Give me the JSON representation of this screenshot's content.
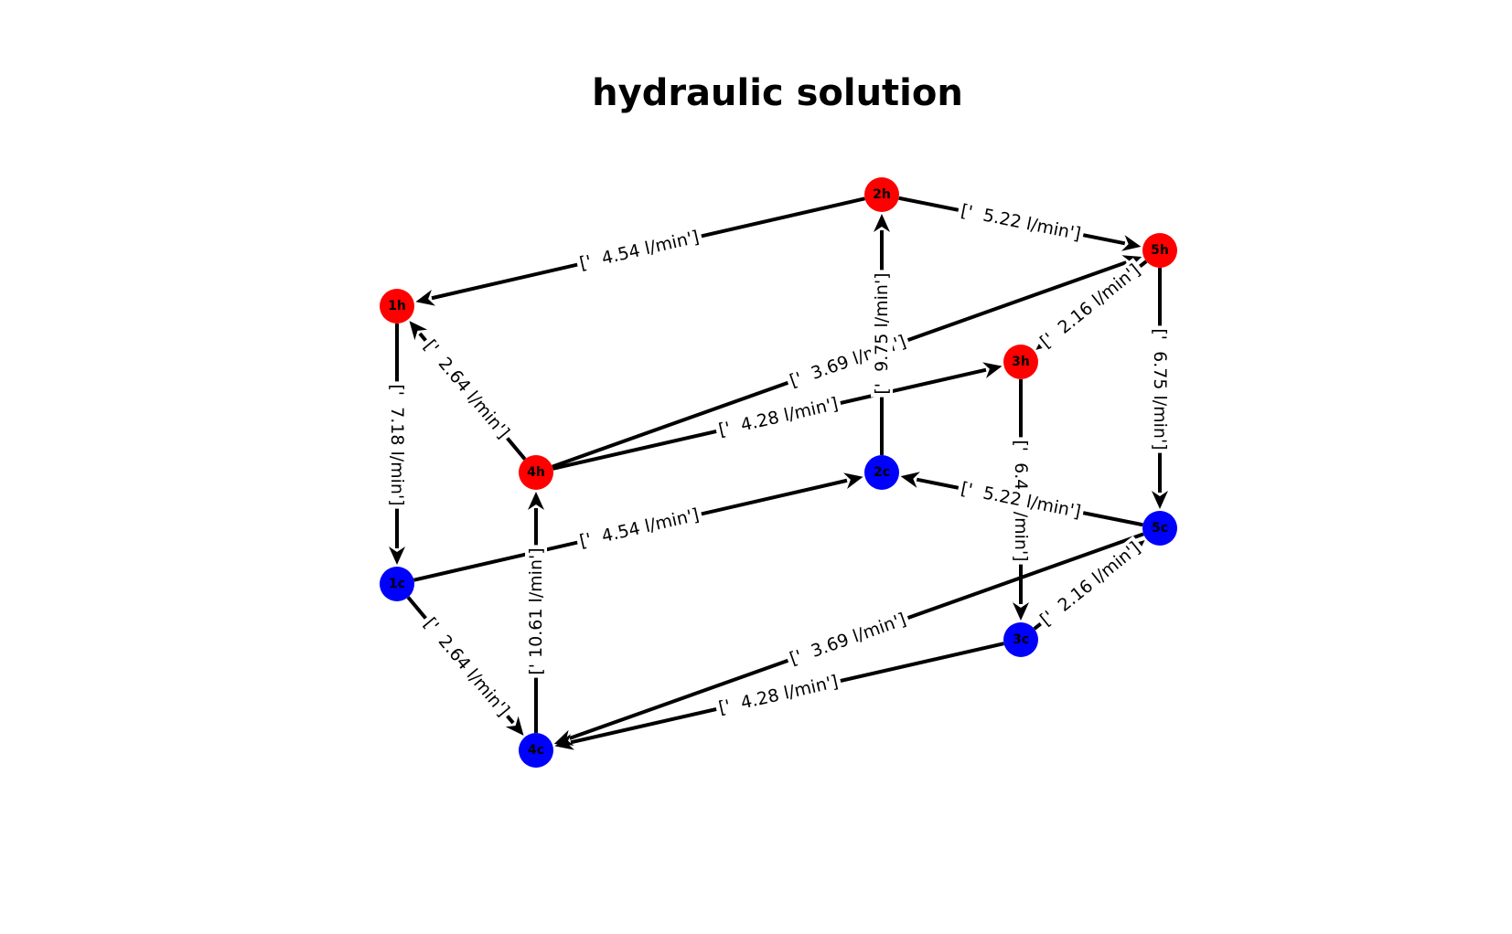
{
  "title": "hydraulic solution",
  "colors": {
    "hot": "#ff0000",
    "cold": "#0000ff",
    "edge": "#000000"
  },
  "nodes": [
    {
      "id": "1h",
      "label": "1h",
      "type": "hot"
    },
    {
      "id": "2h",
      "label": "2h",
      "type": "hot"
    },
    {
      "id": "3h",
      "label": "3h",
      "type": "hot"
    },
    {
      "id": "4h",
      "label": "4h",
      "type": "hot"
    },
    {
      "id": "5h",
      "label": "5h",
      "type": "hot"
    },
    {
      "id": "1c",
      "label": "1c",
      "type": "cold"
    },
    {
      "id": "2c",
      "label": "2c",
      "type": "cold"
    },
    {
      "id": "3c",
      "label": "3c",
      "type": "cold"
    },
    {
      "id": "4c",
      "label": "4c",
      "type": "cold"
    },
    {
      "id": "5c",
      "label": "5c",
      "type": "cold"
    }
  ],
  "edges": [
    {
      "from": "2h",
      "to": "1h",
      "label": "['  4.54 l/min']"
    },
    {
      "from": "2h",
      "to": "5h",
      "label": "['  5.22 l/min']"
    },
    {
      "from": "4h",
      "to": "1h",
      "label": "['  2.64 l/min']"
    },
    {
      "from": "4h",
      "to": "5h",
      "label": "['  3.69 l/min']"
    },
    {
      "from": "4h",
      "to": "3h",
      "label": "['  4.28 l/min']"
    },
    {
      "from": "2c",
      "to": "2h",
      "label": "['  9.75 l/min']"
    },
    {
      "from": "5h",
      "to": "3h",
      "label": "['  2.16 l/min']"
    },
    {
      "from": "1h",
      "to": "1c",
      "label": "['  7.18 l/min']"
    },
    {
      "from": "5h",
      "to": "5c",
      "label": "['  6.75 l/min']"
    },
    {
      "from": "3h",
      "to": "3c",
      "label": "['  6.42 l/min']"
    },
    {
      "from": "1c",
      "to": "2c",
      "label": "['  4.54 l/min']"
    },
    {
      "from": "5c",
      "to": "2c",
      "label": "['  5.22 l/min']"
    },
    {
      "from": "1c",
      "to": "4c",
      "label": "['  2.64 l/min']"
    },
    {
      "from": "4c",
      "to": "4h",
      "label": "[' 10.61 l/min']"
    },
    {
      "from": "5c",
      "to": "4c",
      "label": "['  3.69 l/min']"
    },
    {
      "from": "3c",
      "to": "4c",
      "label": "['  4.28 l/min']"
    },
    {
      "from": "3c",
      "to": "5c",
      "label": "['  2.16 l/min']"
    }
  ]
}
